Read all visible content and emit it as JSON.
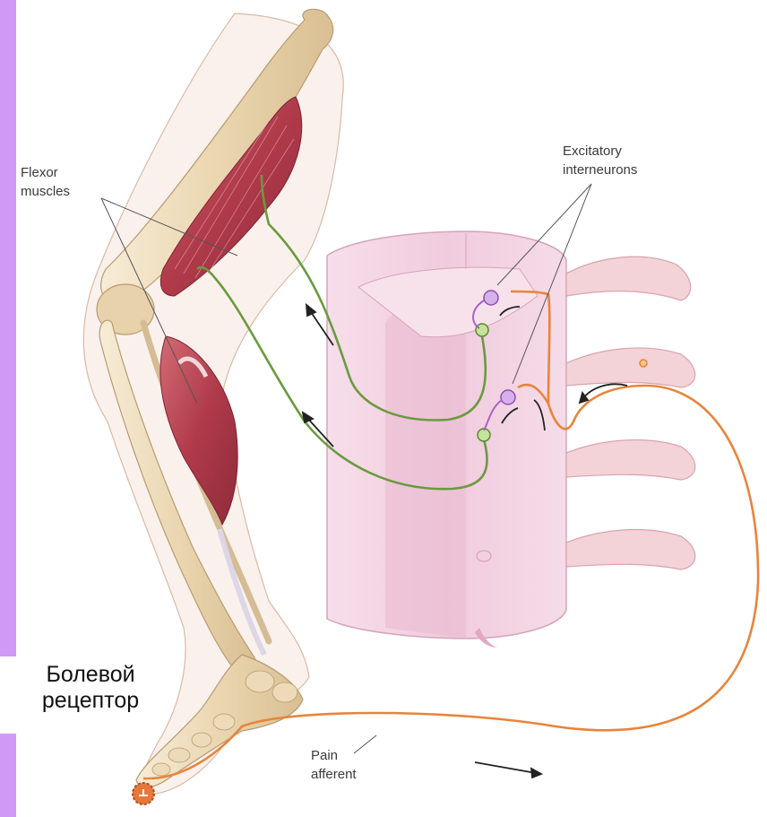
{
  "labels": {
    "flexor_line1": "Flexor",
    "flexor_line2": "muscles",
    "excitatory_line1": "Excitatory",
    "excitatory_line2": "interneurons",
    "pain_line1": "Pain",
    "pain_line2": "afferent",
    "receptor_line1": "Болевой",
    "receptor_line2": "рецептор"
  },
  "colors": {
    "side_bar": "#cf99f5",
    "bone": "#eedcbc",
    "muscle": "#b8404e",
    "spinal_cord": "#f3d3e3",
    "motor_neuron": "#6a9a3e",
    "pain_afferent": "#e8843a",
    "interneuron": "#a862c8"
  }
}
